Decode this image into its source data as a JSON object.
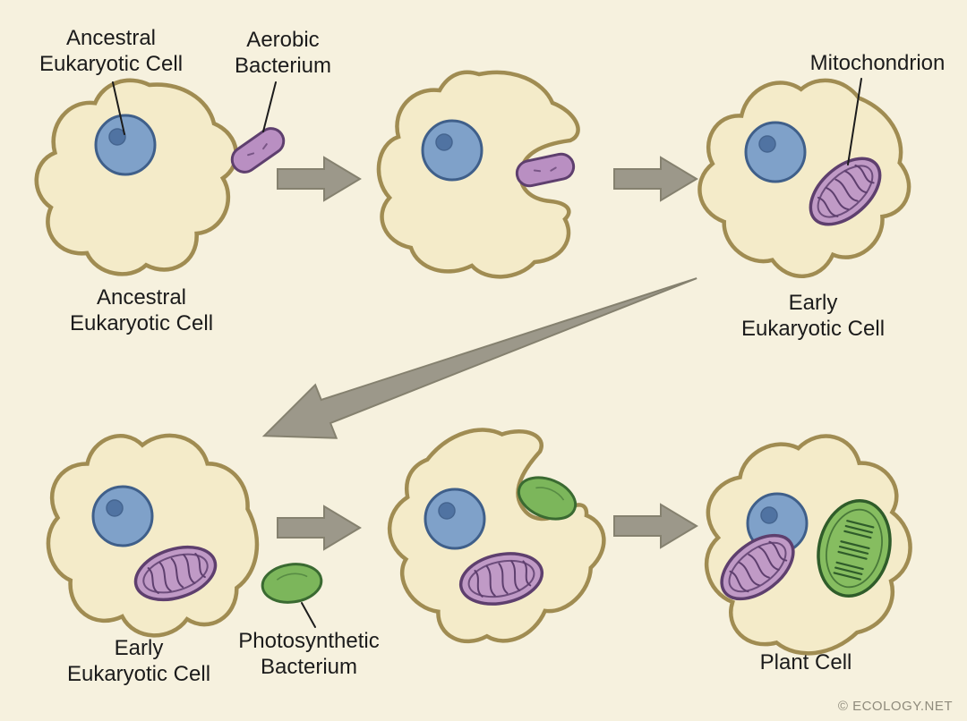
{
  "labels": {
    "ancestral_callout": "Ancestral\nEukaryotic Cell",
    "aerobic_callout": "Aerobic\nBacterium",
    "mitochondrion_callout": "Mitochondrion",
    "ancestral_caption": "Ancestral\nEukaryotic Cell",
    "early_caption_top": "Early Eukaryotic Cell",
    "early_caption_bottom": "Early\nEukaryotic Cell",
    "photosynthetic_callout": "Photosynthetic\nBacterium",
    "plant_caption": "Plant Cell",
    "watermark": "© ECOLOGY.NET"
  },
  "colors": {
    "bg": "#f6f1de",
    "cell-fill": "#f4ebc9",
    "cell-stroke": "#a08c52",
    "nucleus-fill": "#7fa1c9",
    "nucleus-stroke": "#3f5f8a",
    "nucleolus-fill": "#4c6f9e",
    "mito-fill": "#c09ac6",
    "mito-stroke": "#5e3f6e",
    "bact-purple-fill": "#b98fc2",
    "green-fill": "#7cb65b",
    "green-stroke": "#3a6a31",
    "chloro-fill": "#86bd60",
    "chloro-stroke": "#2f5c2a",
    "arrow-fill": "#9c988a",
    "arrow-stroke": "#85816f",
    "line-color": "#1c1c1c"
  }
}
